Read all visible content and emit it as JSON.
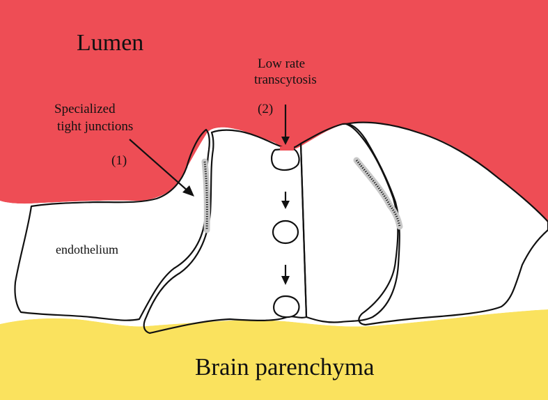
{
  "labels": {
    "lumen": "Lumen",
    "brain": "Brain parenchyma",
    "endothelium": "endothelium",
    "tj_line1": "Specialized",
    "tj_line2": "tight junctions",
    "tj_number": "(1)",
    "tc_line1": "Low rate",
    "tc_line2": "transcytosis",
    "tc_number": "(2)"
  },
  "colors": {
    "lumen": "#ee4d55",
    "brain": "#fae25e",
    "tight_junction_shade": "#c8c8c8",
    "cell": "#ffffff",
    "outline": "#111111"
  },
  "icons": [
    "arrow-down-icon"
  ]
}
